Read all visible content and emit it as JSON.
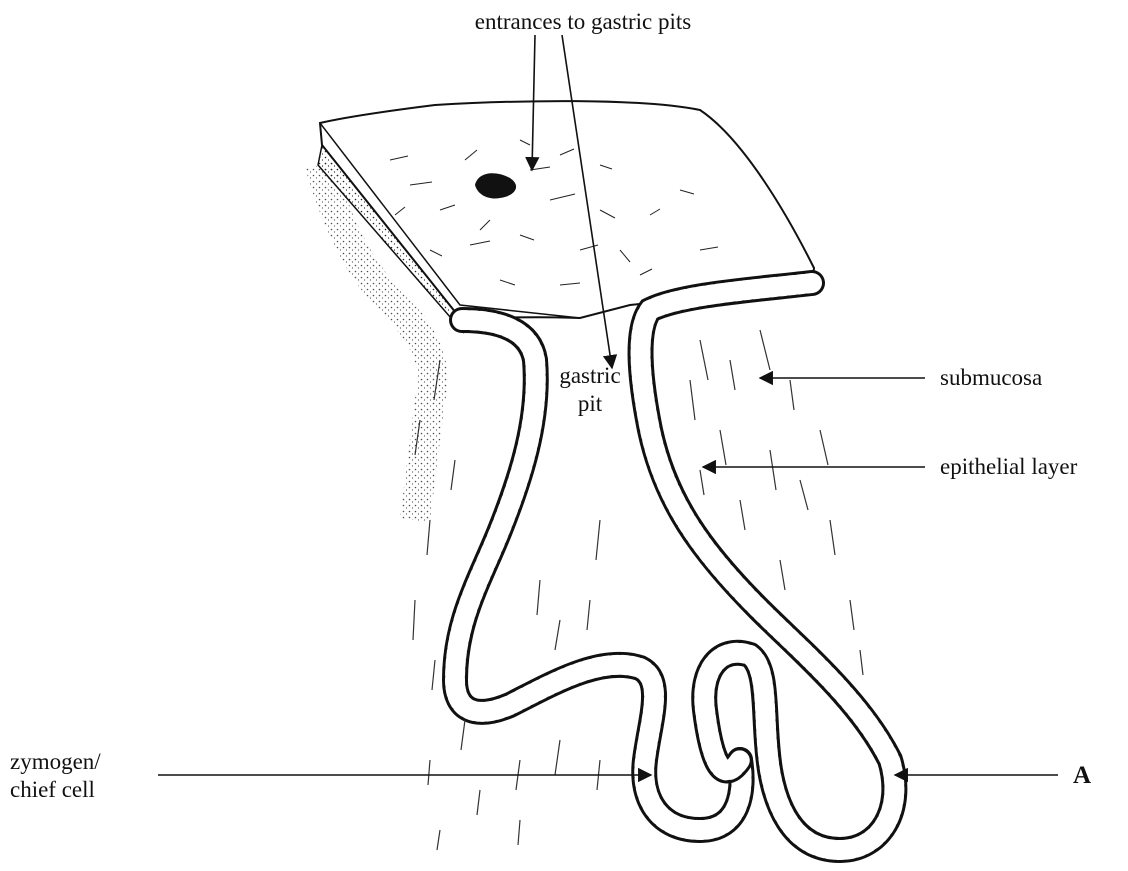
{
  "labels": {
    "entrances": "entrances to gastric pits",
    "gastric_pit_line1": "gastric",
    "gastric_pit_line2": "pit",
    "submucosa": "submucosa",
    "epithelial_layer": "epithelial layer",
    "zymogen_line1": "zymogen/",
    "zymogen_line2": "chief cell",
    "marker_a": "A"
  },
  "colors": {
    "ink": "#111111",
    "background": "#ffffff"
  }
}
